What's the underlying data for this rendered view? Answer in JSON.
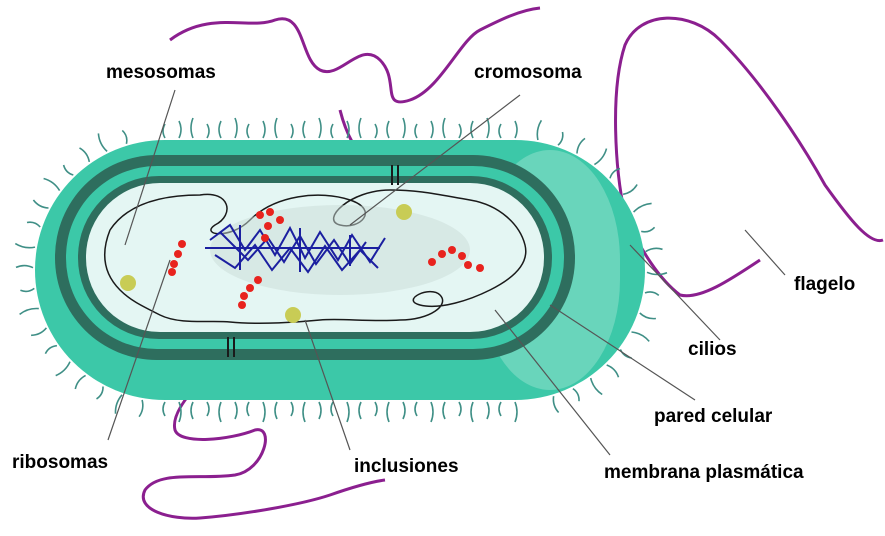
{
  "labels": {
    "mesosomas": "mesosomas",
    "cromosoma": "cromosoma",
    "flagelo": "flagelo",
    "cilios": "cilios",
    "pared_celular": "pared celular",
    "membrana_plasmatica": "membrana plasmática",
    "ribosomas": "ribosomas",
    "inclusiones": "inclusiones"
  },
  "colors": {
    "capsule": "#3cc8a8",
    "capsule_light": "#9fe4d2",
    "wall": "#2e6e5e",
    "cytoplasm": "#e4f6f3",
    "flagellum": "#8b1f8f",
    "chromosome": "#1b1fa0",
    "ribosome": "#e8231e",
    "inclusion": "#c8cc55",
    "pili": "#3f8f86"
  }
}
